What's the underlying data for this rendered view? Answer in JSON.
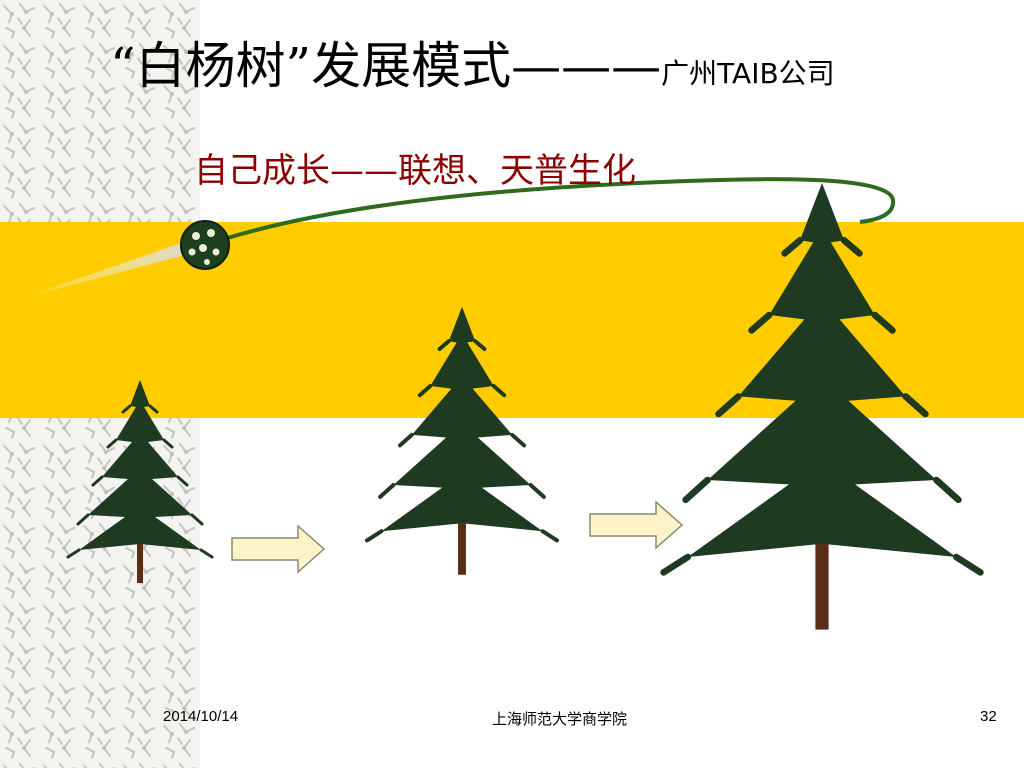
{
  "slide": {
    "title_main": "“白杨树”发展模式———",
    "title_suffix": "广州TAIB公司",
    "subtitle": "自己成长——联想、天普生化"
  },
  "footer": {
    "date": "2014/10/14",
    "school": "上海师范大学商学院",
    "page_number": "32"
  },
  "colors": {
    "band": "#ffcc00",
    "tree_foliage": "#1e3a20",
    "tree_trunk": "#5a2d16",
    "arc": "#2e6b1e",
    "arrow_fill": "#fcf4c8",
    "subtitle": "#8b0000"
  }
}
